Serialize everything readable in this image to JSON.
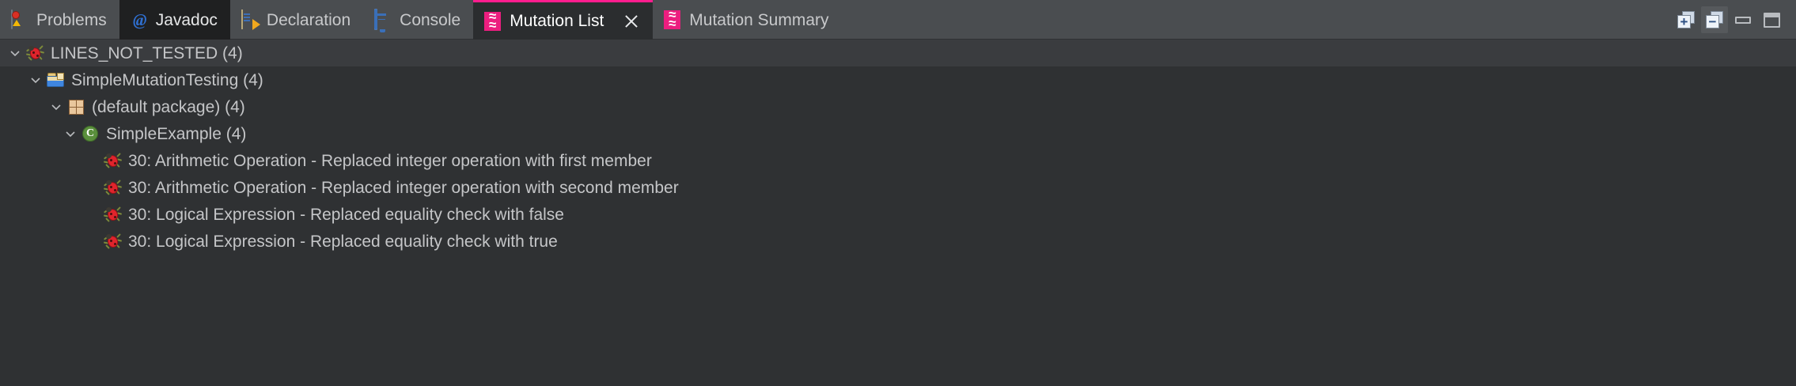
{
  "window": {
    "theme_background": "#2f3133",
    "accent_color": "#ec1e7f"
  },
  "tabbar": {
    "tabs": [
      {
        "label": "Problems",
        "icon": "problems-icon",
        "state": "inactive"
      },
      {
        "label": "Javadoc",
        "icon": "javadoc-icon",
        "state": "inactive-dark"
      },
      {
        "label": "Declaration",
        "icon": "declaration-icon",
        "state": "inactive"
      },
      {
        "label": "Console",
        "icon": "console-icon",
        "state": "inactive"
      },
      {
        "label": "Mutation List",
        "icon": "mutation-icon",
        "state": "active",
        "closable": true
      },
      {
        "label": "Mutation Summary",
        "icon": "mutation-icon",
        "state": "inactive"
      }
    ],
    "tools": [
      {
        "name": "expand-all-button",
        "glyph": "+",
        "active": false
      },
      {
        "name": "collapse-all-button",
        "glyph": "−",
        "active": true
      },
      {
        "name": "minimize-button",
        "glyph": "minimize"
      },
      {
        "name": "maximize-button",
        "glyph": "maximize"
      }
    ]
  },
  "tree": {
    "rows": [
      {
        "id": "lines-not-tested",
        "depth": 0,
        "expanded": true,
        "icon": "bug-icon",
        "label": "LINES_NOT_TESTED (4)",
        "selected": true
      },
      {
        "id": "project-simplemutationtesting",
        "depth": 1,
        "expanded": true,
        "icon": "java-project-icon",
        "label": "SimpleMutationTesting (4)",
        "selected": false
      },
      {
        "id": "default-package",
        "depth": 2,
        "expanded": true,
        "icon": "package-icon",
        "label": "(default package) (4)",
        "selected": false
      },
      {
        "id": "class-simpleexample",
        "depth": 3,
        "expanded": true,
        "icon": "java-class-icon",
        "label": "SimpleExample (4)",
        "selected": false
      },
      {
        "id": "mutation-1",
        "depth": 4,
        "expanded": null,
        "icon": "bug-icon",
        "label": "30: Arithmetic Operation - Replaced integer operation with first member",
        "selected": false
      },
      {
        "id": "mutation-2",
        "depth": 4,
        "expanded": null,
        "icon": "bug-icon",
        "label": "30: Arithmetic Operation - Replaced integer operation with second member",
        "selected": false
      },
      {
        "id": "mutation-3",
        "depth": 4,
        "expanded": null,
        "icon": "bug-icon",
        "label": "30: Logical Expression - Replaced equality check with false",
        "selected": false
      },
      {
        "id": "mutation-4",
        "depth": 4,
        "expanded": null,
        "icon": "bug-icon",
        "label": "30: Logical Expression - Replaced equality check with true",
        "selected": false
      }
    ]
  }
}
